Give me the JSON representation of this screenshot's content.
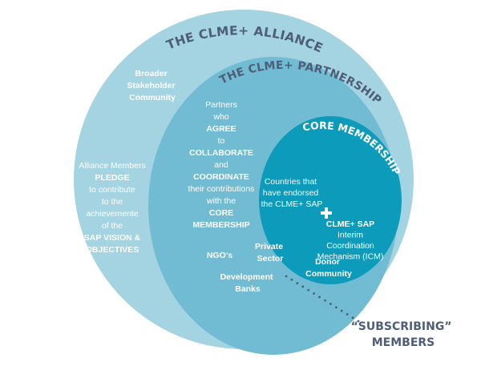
{
  "colors": {
    "alliance_fill": "#a4d3e1",
    "partnership_fill": "#72bcd3",
    "core_fill": "#0d9bbb",
    "title_dark": "#4e5d78",
    "label_white": "#ffffff",
    "dots": "#4e5d78",
    "background": "#ffffff"
  },
  "alliance": {
    "title": "THE CLME+ ALLIANCE",
    "broader_stakeholder": [
      "Broader",
      "Stakeholder",
      "Community"
    ],
    "pledge_text": [
      {
        "text": "Alliance Members",
        "bold": false
      },
      {
        "text": "PLEDGE",
        "bold": true
      },
      {
        "text": "to contribute",
        "bold": false
      },
      {
        "text": "to the",
        "bold": false
      },
      {
        "text": "achievemente",
        "bold": false
      },
      {
        "text": "of the",
        "bold": false
      },
      {
        "text": "SAP VISION &",
        "bold": true
      },
      {
        "text": "OBJECTIVES",
        "bold": true
      }
    ]
  },
  "partnership": {
    "title": "THE CLME+ PARTNERSHIP",
    "description": [
      {
        "text": "Partners",
        "bold": false
      },
      {
        "text": "who",
        "bold": false
      },
      {
        "text": "AGREE",
        "bold": true
      },
      {
        "text": "to",
        "bold": false
      },
      {
        "text": "COLLABORATE",
        "bold": true
      },
      {
        "text": "and",
        "bold": false
      },
      {
        "text": "COORDINATE",
        "bold": true
      },
      {
        "text": "their contributions",
        "bold": false
      },
      {
        "text": "with the",
        "bold": false
      },
      {
        "text": "CORE",
        "bold": true
      },
      {
        "text": "MEMBERSHIP",
        "bold": true
      }
    ],
    "members": {
      "ngos": [
        "NGO’s"
      ],
      "private_sector": [
        "Private",
        "Sector"
      ],
      "development_banks": [
        "Development",
        "Banks"
      ],
      "donor_community": [
        "Donor",
        "Community"
      ]
    }
  },
  "core": {
    "title": "CORE MEMBERSHIP",
    "countries": [
      "Countries that",
      "have endorsed",
      "the CLME+ SAP"
    ],
    "plus_icon": "plus-icon",
    "icm": [
      {
        "text": "CLME+ SAP",
        "bold": true
      },
      {
        "text": "Interim",
        "bold": false
      },
      {
        "text": "Coordination",
        "bold": false
      },
      {
        "text": "Mechanism (ICM)",
        "bold": false
      }
    ]
  },
  "subscribing": {
    "lines": [
      "“SUBSCRIBING”",
      "MEMBERS"
    ]
  }
}
